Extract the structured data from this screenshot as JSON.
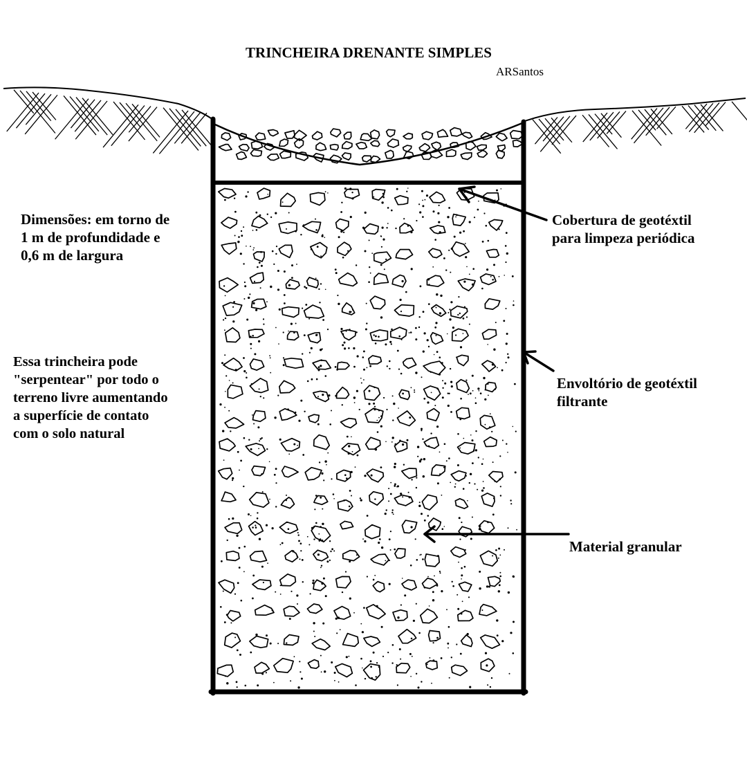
{
  "diagram": {
    "title": "TRINCHEIRA DRENANTE SIMPLES",
    "author": "ARSantos",
    "notes": {
      "dimensions": "Dimensões: em torno de\n1 m de profundidade e\n0,6 m de largura",
      "serpentine": "Essa trincheira pode\n\"serpentear\" por todo o\nterreno livre aumentando\na superfície de contato\ncom o solo natural"
    },
    "labels": {
      "cover": "Cobertura de geotéxtil\npara limpeza periódica",
      "envelope": "Envoltório de geotéxtil\nfiltrante",
      "granular": "Material granular"
    }
  }
}
